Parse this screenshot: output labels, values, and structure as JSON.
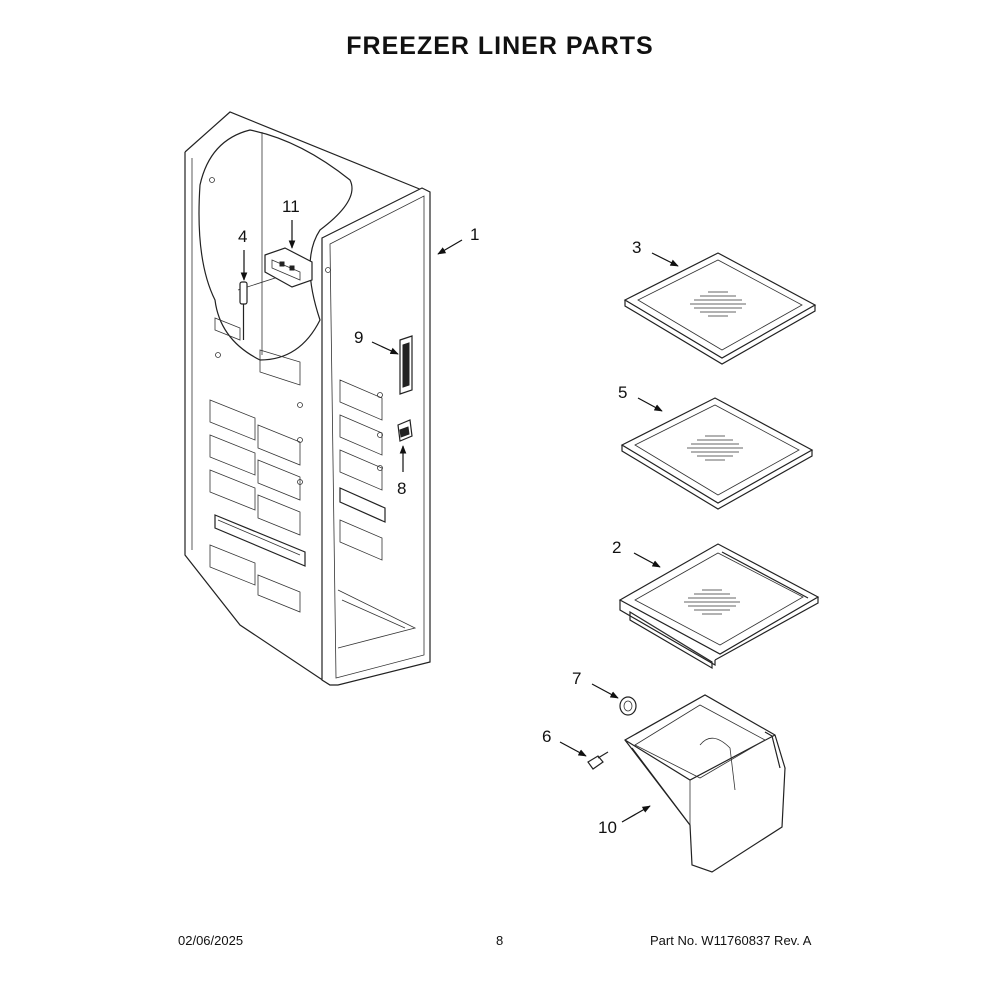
{
  "title": "FREEZER LINER PARTS",
  "callouts": [
    "1",
    "2",
    "3",
    "4",
    "5",
    "6",
    "7",
    "8",
    "9",
    "10",
    "11"
  ],
  "footer": {
    "date": "02/06/2025",
    "page": "8",
    "part_number": "Part No.  W11760837  Rev.  A"
  }
}
